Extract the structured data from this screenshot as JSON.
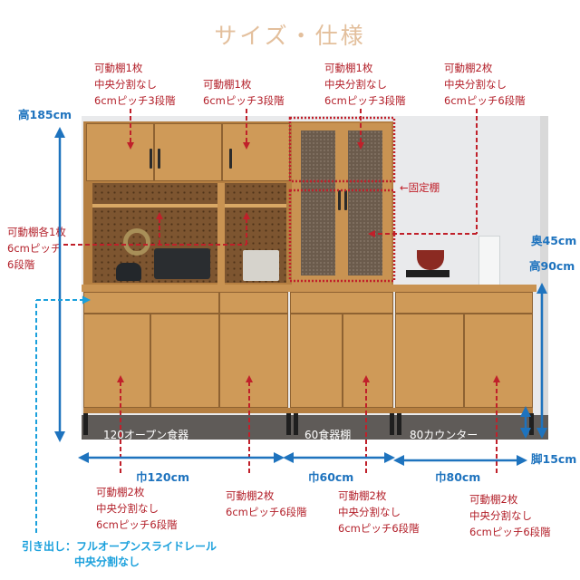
{
  "title": "サイズ・仕様",
  "colors": {
    "title": "#e3bf9c",
    "note_red": "#b3202a",
    "dimension_blue": "#1e73be",
    "drawer_cyan": "#1aa0dc",
    "wood": "#c99352"
  },
  "top_notes": [
    {
      "lines": [
        "可動棚1枚",
        "中央分割なし",
        "6cmピッチ3段階"
      ]
    },
    {
      "lines": [
        "可動棚1枚",
        "6cmピッチ3段階"
      ]
    },
    {
      "lines": [
        "可動棚1枚",
        "中央分割なし",
        "6cmピッチ3段階"
      ]
    },
    {
      "lines": [
        "可動棚2枚",
        "中央分割なし",
        "6cmピッチ6段階"
      ]
    }
  ],
  "left_note": {
    "lines": [
      "可動棚各1枚",
      "6cmピッチ",
      "6段階"
    ]
  },
  "fixed_shelf_label": "←固定棚",
  "dimensions": {
    "total_height": "高185cm",
    "depth": "奥45cm",
    "counter_height": "高90cm",
    "leg_height": "脚15cm",
    "widths": [
      "巾120cm",
      "巾60cm",
      "巾80cm"
    ]
  },
  "unit_labels": [
    "120オープン食器",
    "60食器棚",
    "80カウンター"
  ],
  "bottom_notes": [
    {
      "lines": [
        "可動棚2枚",
        "中央分割なし",
        "6cmピッチ6段階"
      ]
    },
    {
      "lines": [
        "可動棚2枚",
        "6cmピッチ6段階"
      ]
    },
    {
      "lines": [
        "可動棚2枚",
        "中央分割なし",
        "6cmピッチ6段階"
      ]
    },
    {
      "lines": [
        "可動棚2枚",
        "中央分割なし",
        "6cmピッチ6段階"
      ]
    }
  ],
  "drawer_note": {
    "lines": [
      "引き出し：フルオープンスライドレール",
      "中央分割なし"
    ]
  }
}
